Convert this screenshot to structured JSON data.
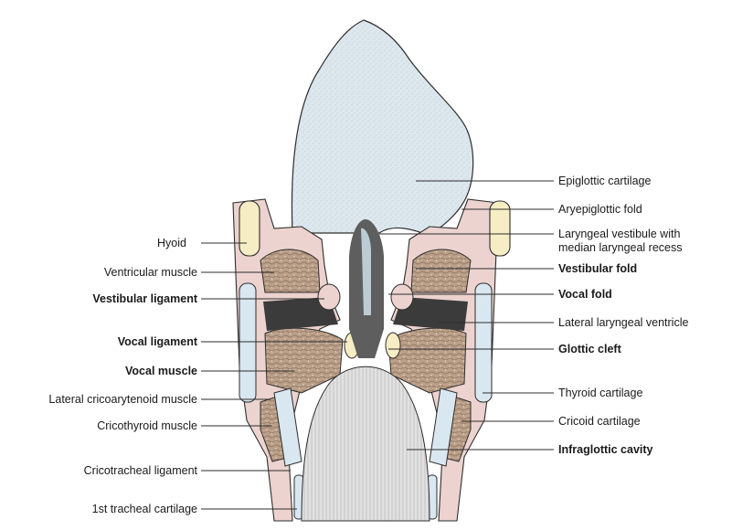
{
  "figure": {
    "colors": {
      "epiglottis": "#dde8ee",
      "mucosa": "#ecd3cf",
      "muscle": "#bba08a",
      "cartilage": "#d9e7f0",
      "hyoid": "#f6edc4",
      "cavity": "#d6d6d6",
      "outline": "#2d2d2d"
    },
    "labels_left": [
      {
        "id": "hyoid",
        "text": "Hyoid",
        "bold": false
      },
      {
        "id": "ventricular-muscle",
        "text": "Ventricular muscle",
        "bold": false
      },
      {
        "id": "vestibular-ligament",
        "text": "Vestibular ligament",
        "bold": true
      },
      {
        "id": "vocal-ligament",
        "text": "Vocal ligament",
        "bold": true
      },
      {
        "id": "vocal-muscle",
        "text": "Vocal muscle",
        "bold": true
      },
      {
        "id": "lateral-cricoarytenoid-muscle",
        "text": "Lateral cricoarytenoid muscle",
        "bold": false
      },
      {
        "id": "cricothyroid-muscle",
        "text": "Cricothyroid muscle",
        "bold": false
      },
      {
        "id": "cricotracheal-ligament",
        "text": "Cricotracheal ligament",
        "bold": false
      },
      {
        "id": "first-tracheal-cartilage",
        "text": "1st tracheal cartilage",
        "bold": false
      }
    ],
    "labels_right": [
      {
        "id": "epiglottic-cartilage",
        "text": "Epiglottic cartilage",
        "bold": false
      },
      {
        "id": "aryepiglottic-fold",
        "text": "Aryepiglottic fold",
        "bold": false
      },
      {
        "id": "laryngeal-vestibule-line1",
        "text": "Laryngeal vestibule with",
        "bold": false
      },
      {
        "id": "laryngeal-vestibule-line2",
        "text": "median laryngeal recess",
        "bold": false
      },
      {
        "id": "vestibular-fold",
        "text": "Vestibular fold",
        "bold": true
      },
      {
        "id": "vocal-fold",
        "text": "Vocal fold",
        "bold": true
      },
      {
        "id": "lateral-laryngeal-ventricle",
        "text": "Lateral laryngeal ventricle",
        "bold": false
      },
      {
        "id": "glottic-cleft",
        "text": "Glottic cleft",
        "bold": true
      },
      {
        "id": "thyroid-cartilage",
        "text": "Thyroid cartilage",
        "bold": false
      },
      {
        "id": "cricoid-cartilage",
        "text": "Cricoid cartilage",
        "bold": false
      },
      {
        "id": "infraglottic-cavity",
        "text": "Infraglottic cavity",
        "bold": true
      }
    ]
  }
}
